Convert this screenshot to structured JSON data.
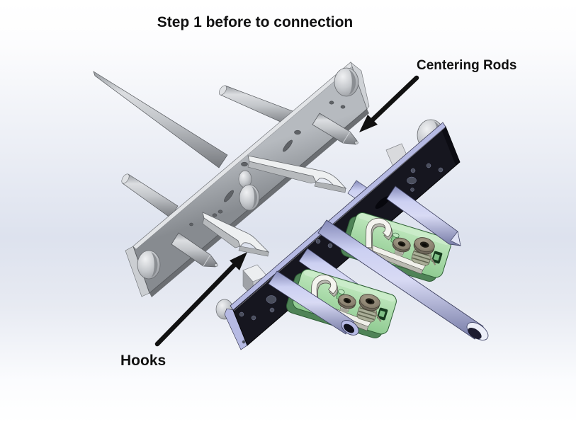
{
  "labels": {
    "title": "Step 1 before to connection",
    "centering_rods": "Centering Rods",
    "hooks": "Hooks"
  },
  "colors": {
    "background_top": "#ffffff",
    "background_mid": "#dde2ee",
    "text": "#111111",
    "arrow": "#111111",
    "gray_rail": "#9ea2a7",
    "gray_rod": "#c3c6ca",
    "blue_rail_face": "#16161f",
    "blue_rail_edge": "#b6bae3",
    "tube": "#b3b8e2",
    "green_plate": "#a4d9a4",
    "hook_metal": "#f2f2ee",
    "screw": "#8a8170",
    "spring": "#a9ad97"
  }
}
